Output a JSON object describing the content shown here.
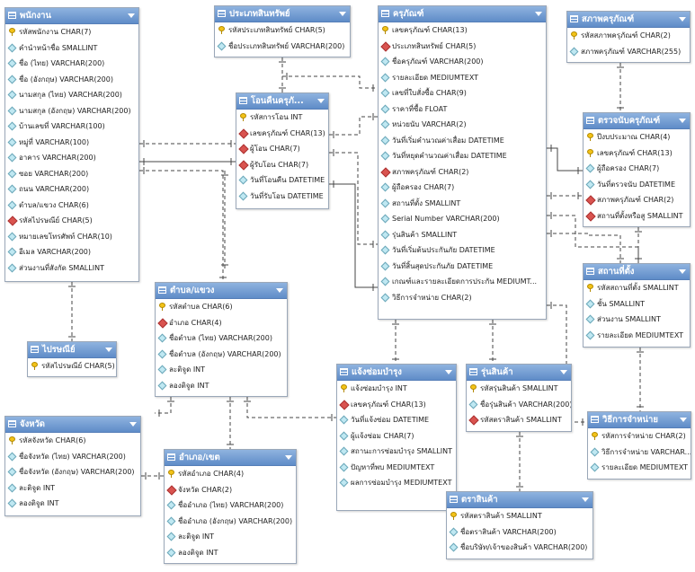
{
  "entities": [
    {
      "id": "employee",
      "title": "พนักงาน",
      "rows": [
        {
          "icon": "key",
          "text": "รหัสพนักงาน CHAR(7)"
        },
        {
          "icon": "col",
          "text": "คำนำหน้าชื่อ SMALLINT"
        },
        {
          "icon": "col",
          "text": "ชื่อ (ไทย) VARCHAR(200)"
        },
        {
          "icon": "col",
          "text": "ชื่อ (อังกฤษ) VARCHAR(200)"
        },
        {
          "icon": "col",
          "text": "นามสกุล (ไทย) VARCHAR(200)"
        },
        {
          "icon": "col",
          "text": "นามสกุล (อังกฤษ) VARCHAR(200)"
        },
        {
          "icon": "col",
          "text": "บ้านเลขที่ VARCHAR(100)"
        },
        {
          "icon": "col",
          "text": "หมู่ที่ VARCHAR(100)"
        },
        {
          "icon": "col",
          "text": "อาคาร VARCHAR(200)"
        },
        {
          "icon": "col",
          "text": "ซอย VARCHAR(200)"
        },
        {
          "icon": "col",
          "text": "ถนน VARCHAR(200)"
        },
        {
          "icon": "col",
          "text": "ตำบล/แขวง CHAR(6)"
        },
        {
          "icon": "fk",
          "text": "รหัสไปรษณีย์ CHAR(5)"
        },
        {
          "icon": "col",
          "text": "หมายเลขโทรศัพท์ CHAR(10)"
        },
        {
          "icon": "col",
          "text": "อีเมล VARCHAR(200)"
        },
        {
          "icon": "col",
          "text": "ส่วนงานที่สังกัด SMALLINT"
        }
      ]
    },
    {
      "id": "postcode",
      "title": "ไปรษณีย์",
      "rows": [
        {
          "icon": "key",
          "text": "รหัสไปรษณีย์ CHAR(5)"
        }
      ]
    },
    {
      "id": "province",
      "title": "จังหวัด",
      "rows": [
        {
          "icon": "key",
          "text": "รหัสจังหวัด CHAR(6)"
        },
        {
          "icon": "col",
          "text": "ชื่อจังหวัด (ไทย) VARCHAR(200)"
        },
        {
          "icon": "col",
          "text": "ชื่อจังหวัด (อังกฤษ) VARCHAR(200)"
        },
        {
          "icon": "col",
          "text": "ละติจูด INT"
        },
        {
          "icon": "col",
          "text": "ลองติจูด INT"
        }
      ]
    },
    {
      "id": "asset_type",
      "title": "ประเภทสินทรัพย์",
      "rows": [
        {
          "icon": "key",
          "text": "รหัสประเภทสินทรัพย์ CHAR(5)"
        },
        {
          "icon": "col",
          "text": "ชื่อประเภทสินทรัพย์ VARCHAR(200)"
        }
      ]
    },
    {
      "id": "transfer",
      "title": "โอนคืนครุภั...",
      "rows": [
        {
          "icon": "key",
          "text": "รหัสการโอน INT"
        },
        {
          "icon": "fk",
          "text": "เลขครุภัณฑ์ CHAR(13)"
        },
        {
          "icon": "fk",
          "text": "ผู้โอน CHAR(7)"
        },
        {
          "icon": "fk",
          "text": "ผู้รับโอน CHAR(7)"
        },
        {
          "icon": "col",
          "text": "วันที่โอนคืน DATETIME"
        },
        {
          "icon": "col",
          "text": "วันที่รับโอน DATETIME"
        }
      ]
    },
    {
      "id": "subdistrict",
      "title": "ตำบล/แขวง",
      "rows": [
        {
          "icon": "key",
          "text": "รหัสตำบล CHAR(6)"
        },
        {
          "icon": "fk",
          "text": "อำเภอ CHAR(4)"
        },
        {
          "icon": "col",
          "text": "ชื่อตำบล (ไทย) VARCHAR(200)"
        },
        {
          "icon": "col",
          "text": "ชื่อตำบล (อังกฤษ) VARCHAR(200)"
        },
        {
          "icon": "col",
          "text": "ละติจูด INT"
        },
        {
          "icon": "col",
          "text": "ลองติจูด INT"
        }
      ]
    },
    {
      "id": "district",
      "title": "อำเภอ/เขต",
      "rows": [
        {
          "icon": "key",
          "text": "รหัสอำเภอ CHAR(4)"
        },
        {
          "icon": "fk",
          "text": "จังหวัด CHAR(2)"
        },
        {
          "icon": "col",
          "text": "ชื่ออำเภอ (ไทย) VARCHAR(200)"
        },
        {
          "icon": "col",
          "text": "ชื่ออำเภอ (อังกฤษ) VARCHAR(200)"
        },
        {
          "icon": "col",
          "text": "ละติจูด INT"
        },
        {
          "icon": "col",
          "text": "ลองติจูด INT"
        }
      ]
    },
    {
      "id": "equipment",
      "title": "ครุภัณฑ์",
      "rows": [
        {
          "icon": "key",
          "text": "เลขครุภัณฑ์ CHAR(13)"
        },
        {
          "icon": "fk",
          "text": "ประเภทสินทรัพย์ CHAR(5)"
        },
        {
          "icon": "col",
          "text": "ชื่อครุภัณฑ์ VARCHAR(200)"
        },
        {
          "icon": "col",
          "text": "รายละเอียด MEDIUMTEXT"
        },
        {
          "icon": "col",
          "text": "เลขที่ใบสั่งซื้อ CHAR(9)"
        },
        {
          "icon": "col",
          "text": "ราคาที่ซื้อ FLOAT"
        },
        {
          "icon": "col",
          "text": "หน่วยนับ VARCHAR(2)"
        },
        {
          "icon": "col",
          "text": "วันที่เริ่มคำนวณค่าเสื่อม DATETIME"
        },
        {
          "icon": "col",
          "text": "วันที่หยุดคำนวณค่าเสื่อม DATETIME"
        },
        {
          "icon": "fk",
          "text": "สภาพครุภัณฑ์ CHAR(2)"
        },
        {
          "icon": "col",
          "text": "ผู้ถือครอง CHAR(7)"
        },
        {
          "icon": "col",
          "text": "สถานที่ตั้ง SMALLINT"
        },
        {
          "icon": "col",
          "text": "Serial Number VARCHAR(200)"
        },
        {
          "icon": "col",
          "text": "รุ่นสินค้า SMALLINT"
        },
        {
          "icon": "col",
          "text": "วันที่เริ่มต้นประกันภัย DATETIME"
        },
        {
          "icon": "col",
          "text": "วันที่สิ้นสุดประกันภัย DATETIME"
        },
        {
          "icon": "col",
          "text": "เกณฑ์และรายละเอียดการประกัน MEDIUMT..."
        },
        {
          "icon": "col",
          "text": "วิธีการจำหน่าย CHAR(2)"
        }
      ]
    },
    {
      "id": "condition",
      "title": "สภาพครุภัณฑ์",
      "rows": [
        {
          "icon": "key",
          "text": "รหัสสภาพครุภัณฑ์ CHAR(2)"
        },
        {
          "icon": "col",
          "text": "สภาพครุภัณฑ์ VARCHAR(255)"
        }
      ]
    },
    {
      "id": "inspection",
      "title": "ตรวจนับครุภัณฑ์",
      "rows": [
        {
          "icon": "key",
          "text": "ปีงบประมาณ CHAR(4)"
        },
        {
          "icon": "key",
          "text": "เลขครุภัณฑ์ CHAR(13)"
        },
        {
          "icon": "col",
          "text": "ผู้ถือครอง CHAR(7)"
        },
        {
          "icon": "col",
          "text": "วันที่ตรวจนับ DATETIME"
        },
        {
          "icon": "fk",
          "text": "สภาพครุภัณฑ์ CHAR(2)"
        },
        {
          "icon": "fk",
          "text": "สถานที่ตั้งหรือสู SMALLINT"
        }
      ]
    },
    {
      "id": "location",
      "title": "สถานที่ตั้ง",
      "rows": [
        {
          "icon": "key",
          "text": "รหัสสถานที่ตั้ง SMALLINT"
        },
        {
          "icon": "col",
          "text": "ชั้น SMALLINT"
        },
        {
          "icon": "col",
          "text": "ส่วนงาน SMALLINT"
        },
        {
          "icon": "col",
          "text": "รายละเอียด MEDIUMTEXT"
        }
      ]
    },
    {
      "id": "disposal",
      "title": "วิธีการจำหน่าย",
      "rows": [
        {
          "icon": "key",
          "text": "รหัสการจำหน่าย CHAR(2)"
        },
        {
          "icon": "col",
          "text": "วิธีการจำหน่าย VARCHAR..."
        },
        {
          "icon": "col",
          "text": "รายละเอียด MEDIUMTEXT"
        }
      ]
    },
    {
      "id": "repair",
      "title": "แจ้งซ่อมบำรุง",
      "rows": [
        {
          "icon": "key",
          "text": "แจ้งซ่อมบำรุง INT"
        },
        {
          "icon": "fk",
          "text": "เลขครุภัณฑ์ CHAR(13)"
        },
        {
          "icon": "col",
          "text": "วันที่แจ้งซ่อม DATETIME"
        },
        {
          "icon": "col",
          "text": "ผู้แจ้งซ่อม CHAR(7)"
        },
        {
          "icon": "col",
          "text": "สถานะการซ่อมบำรุง SMALLINT"
        },
        {
          "icon": "col",
          "text": "ปัญหาที่พบ MEDIUMTEXT"
        },
        {
          "icon": "col",
          "text": "ผลการซ่อมบำรุง MEDIUMTEXT"
        }
      ]
    },
    {
      "id": "model",
      "title": "รุ่นสินค้า",
      "rows": [
        {
          "icon": "key",
          "text": "รหัสรุ่นสินค้า SMALLINT"
        },
        {
          "icon": "col",
          "text": "ชื่อรุ่นสินค้า VARCHAR(200)"
        },
        {
          "icon": "fk",
          "text": "รหัสตราสินค้า SMALLINT"
        }
      ]
    },
    {
      "id": "brand",
      "title": "ตราสินค้า",
      "rows": [
        {
          "icon": "key",
          "text": "รหัสตราสินค้า SMALLINT"
        },
        {
          "icon": "col",
          "text": "ชื่อตราสินค้า VARCHAR(200)"
        },
        {
          "icon": "col",
          "text": "ชื่อบริษัท/เจ้าของสินค้า VARCHAR(200)"
        }
      ]
    }
  ]
}
